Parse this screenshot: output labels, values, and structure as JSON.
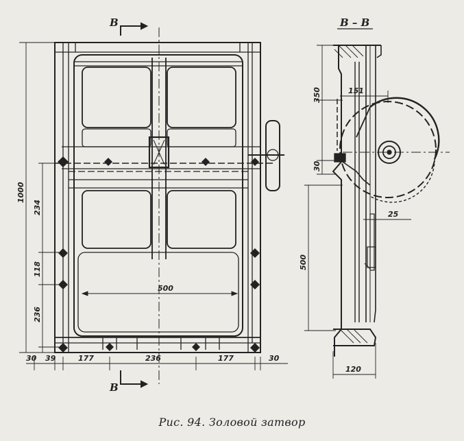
{
  "caption": "Рис. 94. Золовой затвор",
  "section_marks": {
    "top": "В",
    "bottom": "В",
    "section_title": "В – В"
  },
  "dimensions": {
    "overall_height": "1000",
    "d_234": "234",
    "d_118": "118",
    "d_236_left": "236",
    "d_30_left": "30",
    "d_39": "39",
    "d_177_left": "177",
    "d_236_bottom": "236",
    "d_177_right": "177",
    "d_30_right": "30",
    "d_500_inner": "500",
    "d_350": "350",
    "d_151": "151",
    "d_30_section": "30",
    "d_500_section": "500",
    "d_25": "25",
    "d_120": "120"
  }
}
